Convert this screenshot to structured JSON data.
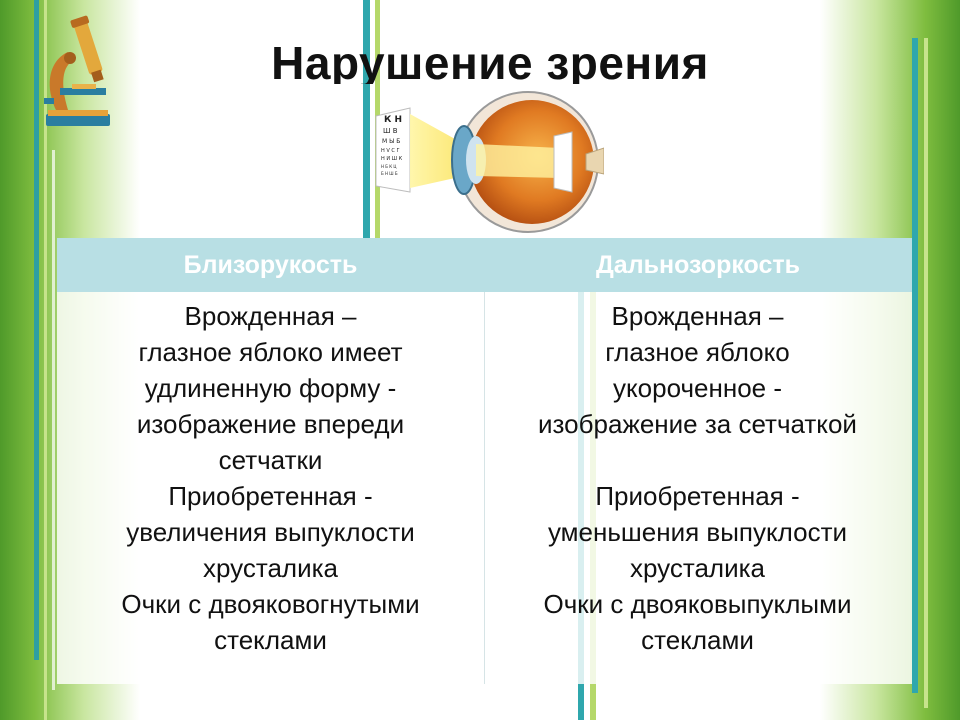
{
  "slide": {
    "title": "Нарушение зрения"
  },
  "illustrations": {
    "microscope": "microscope-icon",
    "eye": "eye-diagram",
    "eye_chart_letters": [
      "К Н",
      "Ш В",
      "М Ы Б",
      "Н V С Г",
      "Н И Ш К",
      "Н Б К Ц",
      "Б Н Ш Б"
    ]
  },
  "table": {
    "headers": [
      "Близорукость",
      "Дальнозоркость"
    ],
    "columns": [
      {
        "lines": [
          "Врожденная –",
          "глазное яблоко имеет",
          "удлиненную форму -",
          "изображение впереди",
          "сетчатки",
          "Приобретенная -",
          "увеличения выпуклости",
          "хрусталика",
          "Очки с двояковогнутыми",
          "стеклами"
        ]
      },
      {
        "lines": [
          "Врожденная –",
          "глазное яблоко",
          "укороченное  -",
          "изображение за сетчаткой",
          "",
          "Приобретенная -",
          "уменьшения выпуклости",
          "хрусталика",
          "Очки с двояковыпуклыми",
          "стеклами"
        ]
      }
    ]
  },
  "colors": {
    "header_bg": "#b8dfe4",
    "header_text": "#ffffff",
    "green": "#6aa82e",
    "teal": "#2fa0a8"
  }
}
